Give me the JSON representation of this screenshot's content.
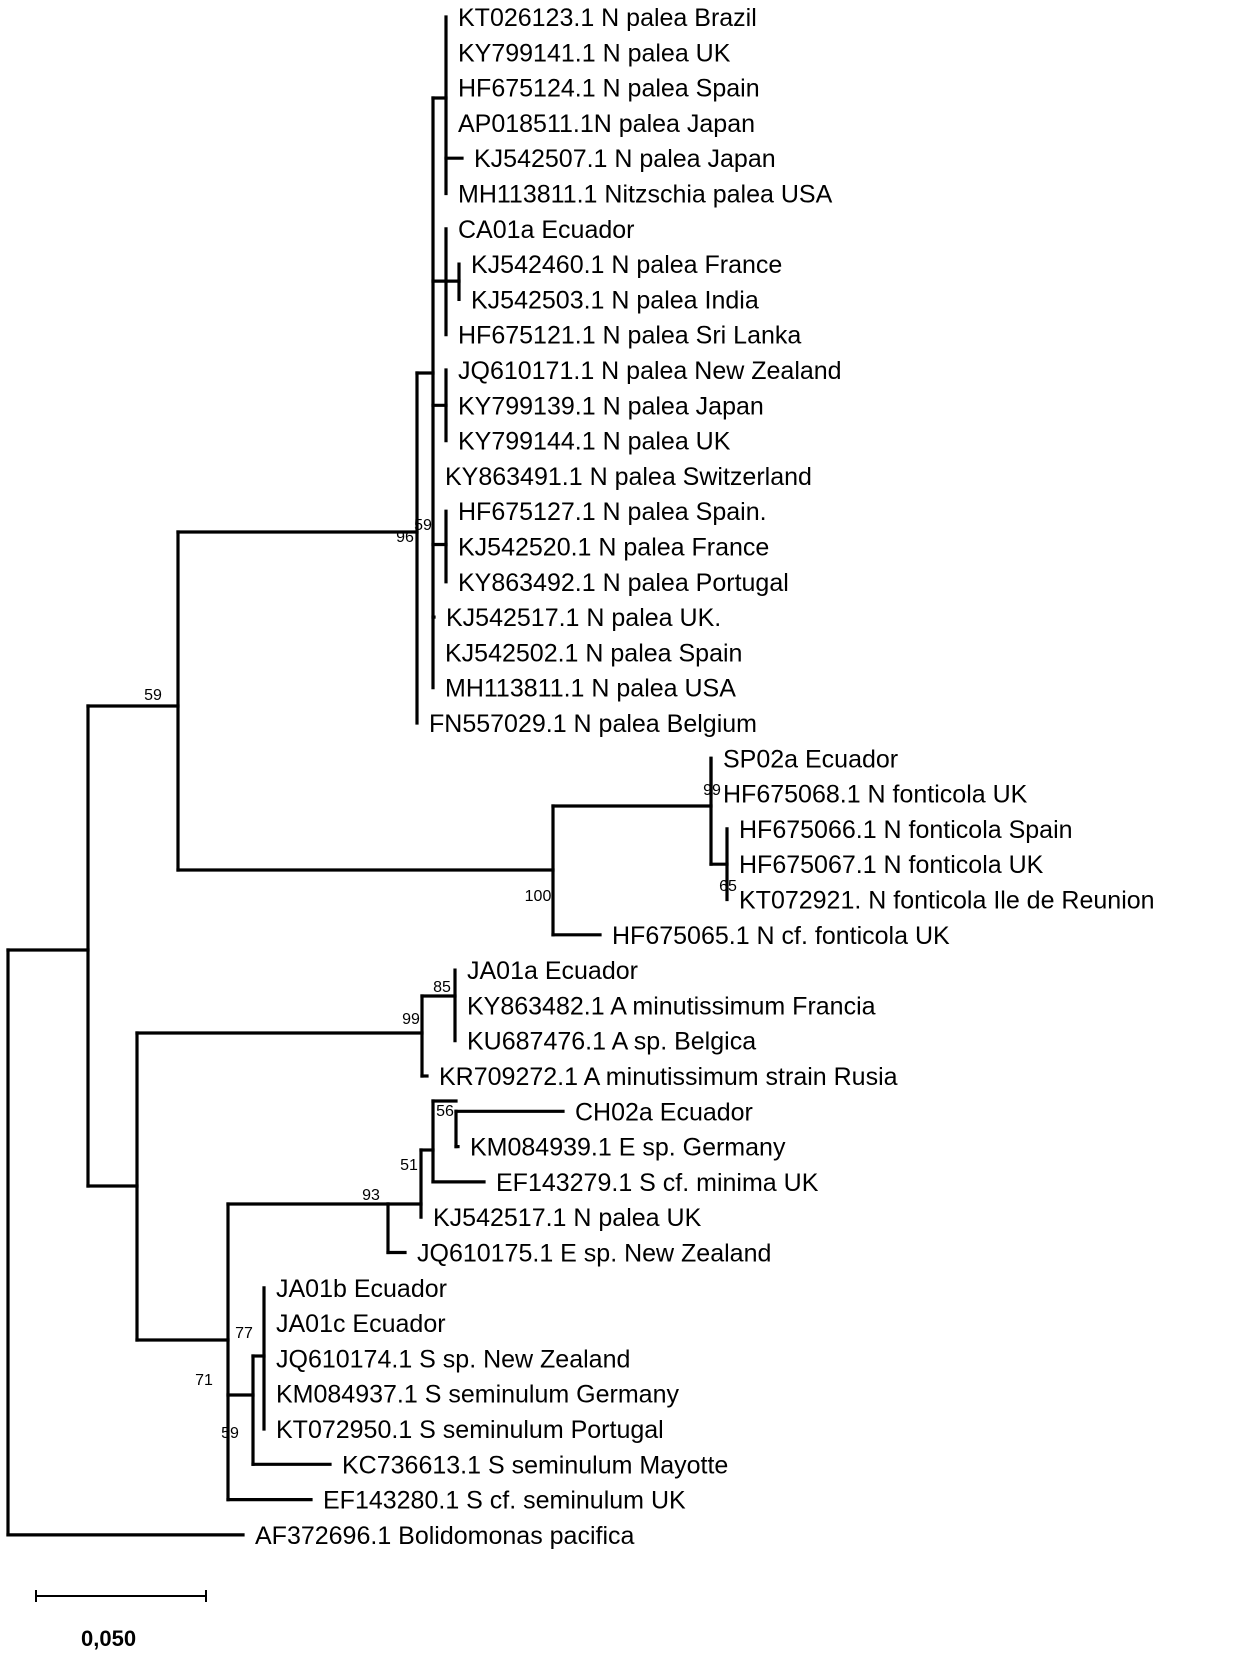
{
  "tree": {
    "taxa": [
      "KT026123.1 N palea Brazil",
      "KY799141.1 N palea UK",
      "HF675124.1 N palea Spain",
      "AP018511.1N palea Japan",
      "KJ542507.1 N palea Japan",
      "MH113811.1 Nitzschia palea USA",
      "CA01a Ecuador",
      "KJ542460.1 N palea France",
      "KJ542503.1 N palea India",
      "HF675121.1 N palea Sri Lanka",
      "JQ610171.1 N palea New Zealand",
      "KY799139.1 N palea Japan",
      "KY799144.1 N palea UK",
      "KY863491.1 N palea Switzerland",
      "HF675127.1 N palea Spain.",
      "KJ542520.1 N palea France",
      "KY863492.1 N palea Portugal",
      "KJ542517.1 N palea UK.",
      "KJ542502.1 N palea Spain",
      "MH113811.1 N palea USA",
      "FN557029.1 N palea Belgium",
      "SP02a Ecuador",
      "HF675068.1 N fonticola UK",
      "HF675066.1 N fonticola Spain",
      "HF675067.1 N fonticola UK",
      "KT072921. N fonticola Ile de Reunion",
      "HF675065.1 N cf. fonticola UK",
      "JA01a Ecuador",
      "KY863482.1 A minutissimum Francia",
      "KU687476.1 A sp. Belgica",
      "KR709272.1 A minutissimum strain Rusia",
      "CH02a Ecuador",
      "KM084939.1 E sp. Germany",
      "EF143279.1 S cf. minima UK",
      "KJ542517.1 N palea UK",
      "JQ610175.1 E sp. New Zealand",
      "JA01b Ecuador",
      "JA01c Ecuador",
      "JQ610174.1 S sp. New Zealand",
      "KM084937.1 S seminulum Germany",
      "KT072950.1 S seminulum Portugal",
      "KC736613.1 S seminulum Mayotte",
      "EF143280.1 S cf. seminulum UK",
      "AF372696.1 Bolidomonas pacifica"
    ],
    "bootstrap_values": [
      "96",
      "59",
      "59",
      "99",
      "100",
      "65",
      "85",
      "99",
      "56",
      "51",
      "93",
      "77",
      "71",
      "59"
    ],
    "scale_bar_label": "0,050"
  }
}
